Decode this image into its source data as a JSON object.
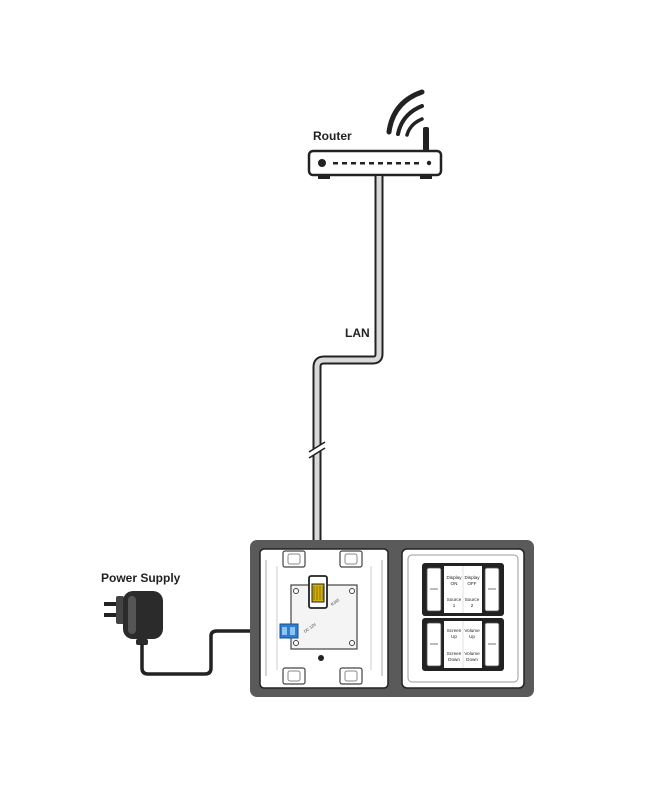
{
  "labels": {
    "router": "Router",
    "lan": "LAN",
    "power_supply": "Power Supply"
  },
  "keypad": {
    "buttons": [
      {
        "line1": "Display",
        "line2": "ON"
      },
      {
        "line1": "Display",
        "line2": "OFF"
      },
      {
        "line1": "Source",
        "line2": "1"
      },
      {
        "line1": "Source",
        "line2": "2"
      },
      {
        "line1": "Screen",
        "line2": "Up"
      },
      {
        "line1": "Volume",
        "line2": "Up"
      },
      {
        "line1": "Screen",
        "line2": "Down"
      },
      {
        "line1": "Volume",
        "line2": "Down"
      }
    ]
  },
  "wallplate": {
    "port_lan": "RJ45",
    "port_power": "DC 12V"
  },
  "colors": {
    "outline": "#222222",
    "frame": "#555555",
    "terminal": "#2a7fd4",
    "connector": "#d4b000"
  }
}
